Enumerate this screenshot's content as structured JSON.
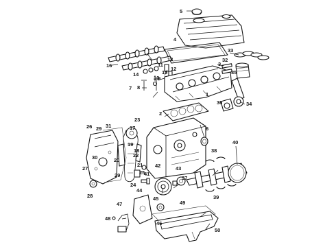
{
  "colors": {
    "line": "#111111",
    "background": "#ffffff",
    "shade": "#9a9a9a"
  },
  "callouts": {
    "c1": "1",
    "c2": "2",
    "c3": "3",
    "c4": "4",
    "c5": "5",
    "c6": "6",
    "c7": "7",
    "c8": "8",
    "c9": "9",
    "c10": "10",
    "c11": "11",
    "c12": "12",
    "c13": "13",
    "c14": "14",
    "c15": "15",
    "c16": "16",
    "c17": "17",
    "c18": "18",
    "c19": "19",
    "c20": "20",
    "c21": "21",
    "c22": "22",
    "c23": "23",
    "c24": "24",
    "c25": "25",
    "c26": "26",
    "c27": "27",
    "c28": "28",
    "c29": "29",
    "c30": "30",
    "c31": "31",
    "c32": "32",
    "c33": "33",
    "c34": "34",
    "c35": "35",
    "c36": "36",
    "c37": "37",
    "c38": "38",
    "c39": "39",
    "c40": "40",
    "c41": "41",
    "c42": "42",
    "c43": "43",
    "c44": "44",
    "c45": "45",
    "c46": "46",
    "c47": "47",
    "c48": "48",
    "c49": "49",
    "c50": "50"
  }
}
